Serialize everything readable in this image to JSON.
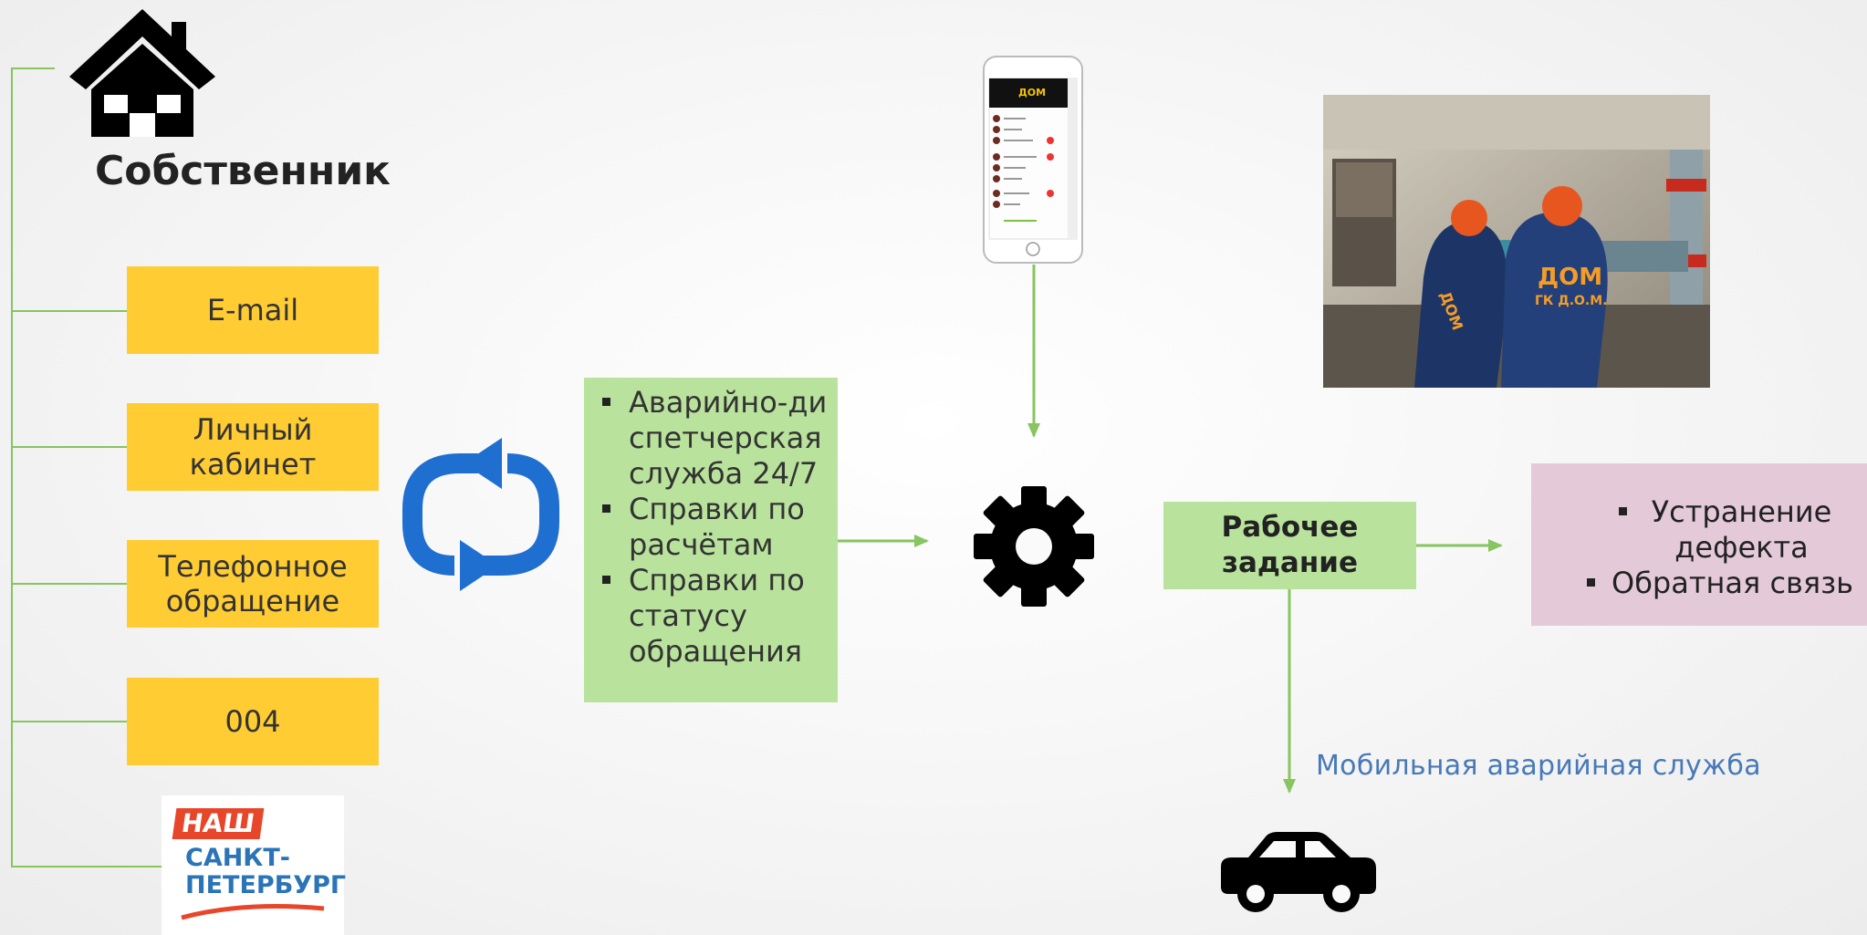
{
  "owner": {
    "label": "Собственник",
    "icon": "house-icon"
  },
  "channels": [
    {
      "label": "E-mail"
    },
    {
      "label": "Личный кабинет"
    },
    {
      "label": "Телефонное обращение"
    },
    {
      "label": "004"
    }
  ],
  "portal_logo": {
    "line1": "НАШ",
    "line2": "САНКТ-",
    "line3": "ПЕТЕРБУРГ",
    "icon": "nash-sankt-peterburg-logo"
  },
  "cycle_icon": "refresh-icon",
  "services": {
    "items": [
      "Аварийно-диспетчерская служба 24/7",
      "Справки по расчётам",
      "Справки по статусу обращения"
    ]
  },
  "gear_icon": "gear-icon",
  "phone": {
    "app_brand": "ДОМ",
    "icon": "smartphone-app"
  },
  "work_order": {
    "label": "Рабочее задание"
  },
  "outcomes": {
    "items": [
      "Устранение дефекта",
      "Обратная связь"
    ]
  },
  "photo": {
    "caption_on_uniform": "ДОМ ГК Д.О.М.",
    "icon": "workers-photo"
  },
  "mobile_service": {
    "label": "Мобильная аварийная служба",
    "icon": "car-icon"
  },
  "colors": {
    "yellow": "#ffcc33",
    "green_box": "#b9e39d",
    "green_line": "#86c55f",
    "pink_box": "#e4cad9",
    "blue_icon": "#1f6fd0",
    "caption_blue": "#4779b8"
  }
}
